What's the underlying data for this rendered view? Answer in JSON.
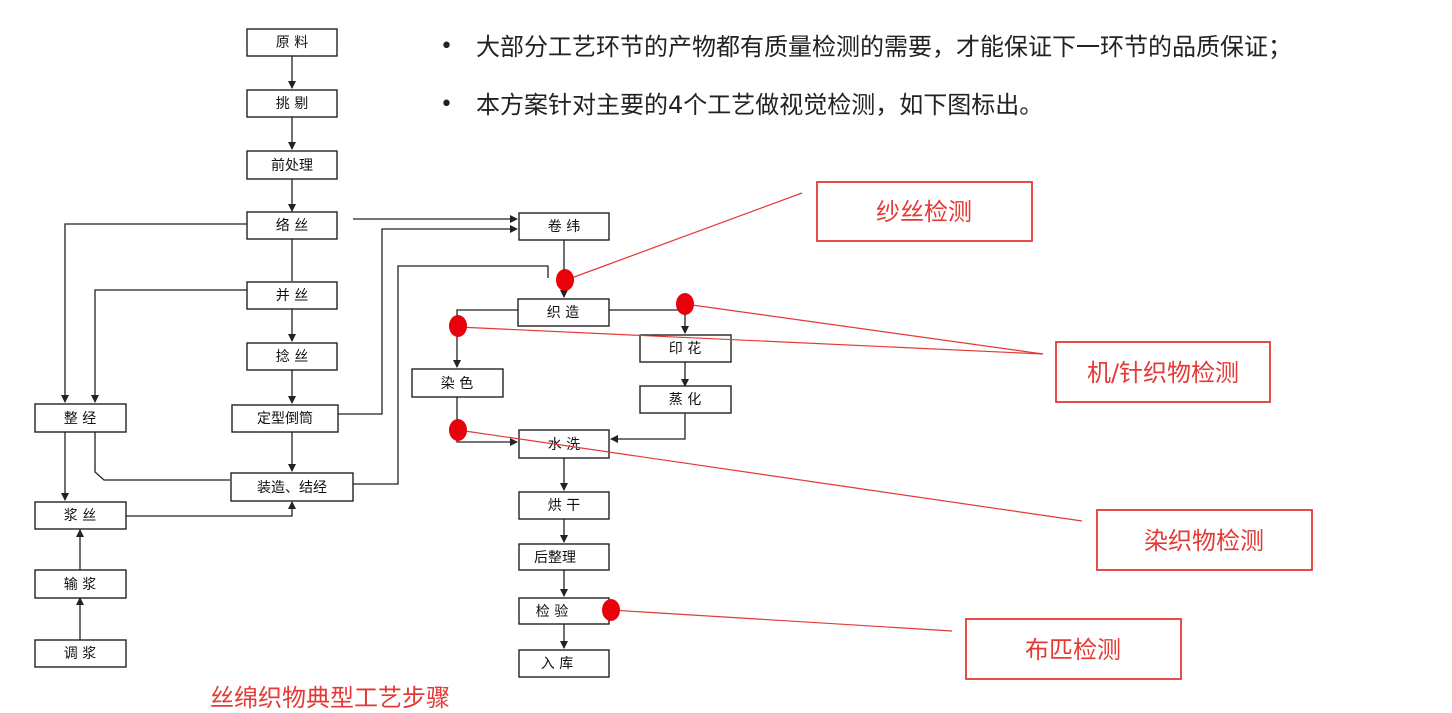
{
  "bullets": [
    "大部分工艺环节的产物都有质量检测的需要，才能保证下一环节的品质保证；",
    "本方案针对主要的4个工艺做视觉检测，如下图标出。"
  ],
  "caption": "丝绵织物典型工艺步骤",
  "nodes": {
    "yuanliao": "原 料",
    "tiaoti": "挑 剔",
    "qianchuli": "前处理",
    "luosi": "络 丝",
    "bingsi": "并 丝",
    "niansi": "捻 丝",
    "dingxing": "定型倒筒",
    "zhuangzao": "装造、结经",
    "zhengjing": "整 经",
    "jiangsi": "浆 丝",
    "shujiang": "输 浆",
    "tiaojiang": "调 浆",
    "juanwei": "卷 纬",
    "zhizao": "织 造",
    "yinhua": "印 花",
    "zhenghua": "蒸 化",
    "ranse": "染 色",
    "shuixi": "水 洗",
    "honggan": "烘 干",
    "houzhengli": "后整理",
    "jianyan": "检 验",
    "ruku": "入 库"
  },
  "callouts": {
    "yarn": "纱丝检测",
    "fabric_loom": "机/针织物检测",
    "dyed": "染织物检测",
    "cloth": "布匹检测"
  },
  "colors": {
    "accent": "#e53935",
    "marker": "#e8000b",
    "line": "#222222"
  }
}
